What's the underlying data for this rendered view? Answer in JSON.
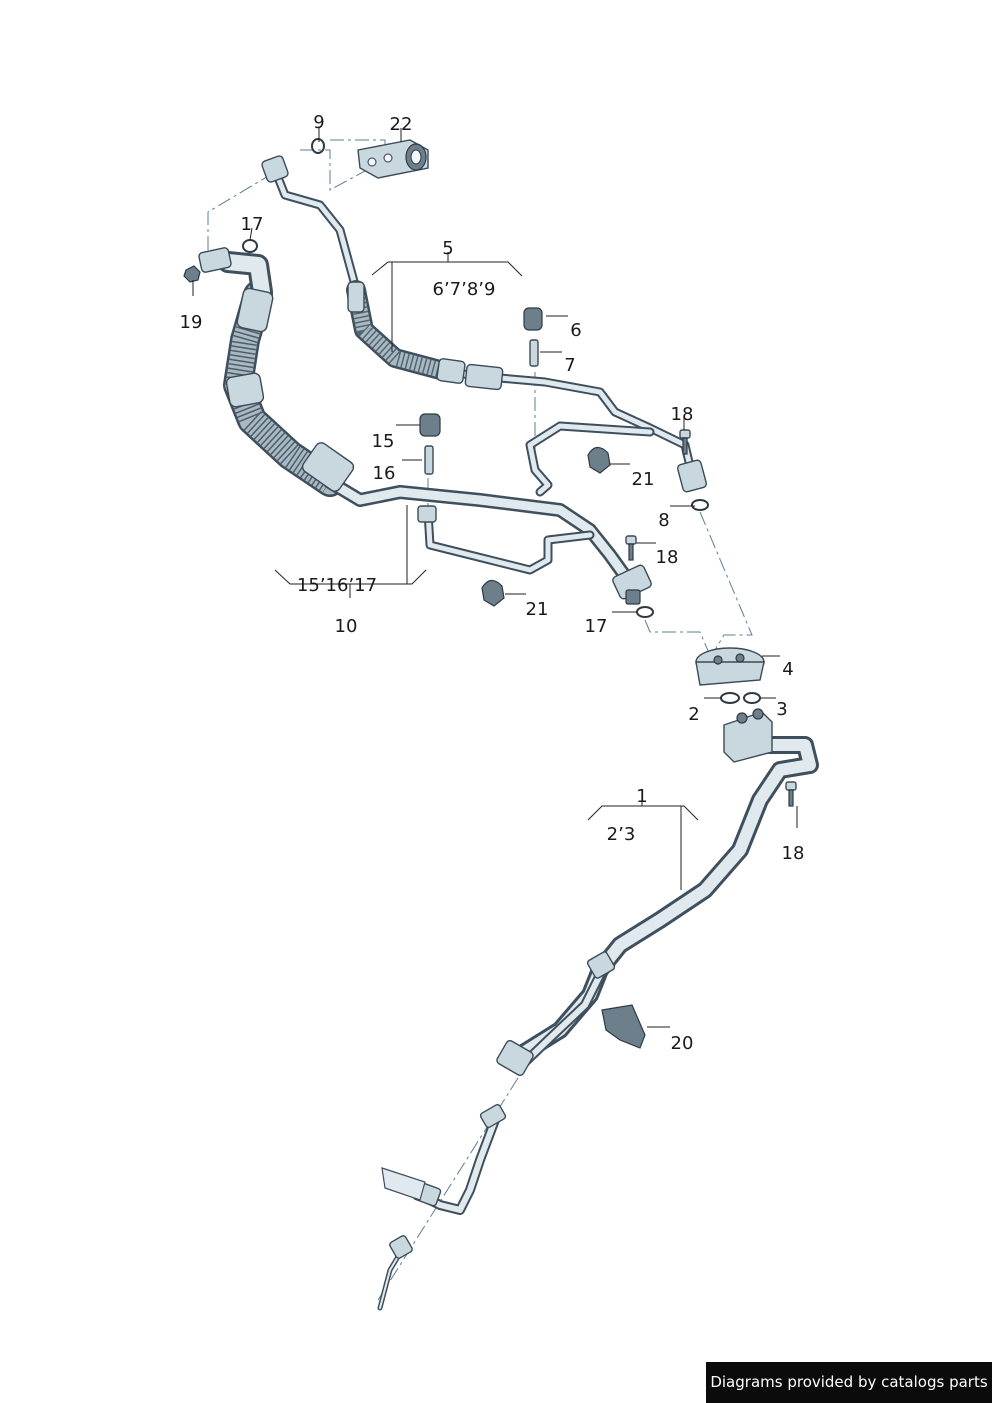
{
  "callouts": {
    "c1": "1",
    "c2": "2",
    "c3": "3",
    "c4": "4",
    "c5": "5",
    "c6": "6",
    "c7": "7",
    "c8": "8",
    "c9": "9",
    "c10": "10",
    "c15": "15",
    "c16": "16",
    "c17a": "17",
    "c17b": "17",
    "c18a": "18",
    "c18b": "18",
    "c18c": "18",
    "c19": "19",
    "c20": "20",
    "c21a": "21",
    "c21b": "21",
    "c22": "22"
  },
  "groups": {
    "g5": "6’7’8’9",
    "g10": "15’16’17",
    "g1": "2’3"
  },
  "credit": "Diagrams provided by catalogs parts",
  "colors": {
    "pipe_outline": "#3f4f5c",
    "pipe_fill": "#dfe9ee",
    "part_fill": "#c9d7df",
    "dash_line": "#5b7f94",
    "credit_bg": "#0b0b0b"
  },
  "icons": {
    "clip": "clip-icon",
    "valve_cap": "valve-cap-icon",
    "bolt": "bolt-icon"
  }
}
